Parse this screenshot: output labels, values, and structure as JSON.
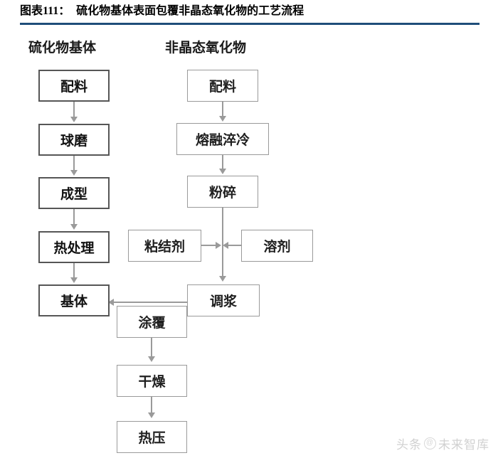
{
  "title": {
    "prefix": "图表",
    "number": "111",
    "separator": "：",
    "text": "硫化物基体表面包覆非晶态氧化物的工艺流程",
    "rule_color": "#1F4E79"
  },
  "columns": [
    {
      "caption": "硫化物基体"
    },
    {
      "caption": "非晶态氧化物"
    }
  ],
  "nodes": {
    "left_feed": "配料",
    "left_mill": "球磨",
    "left_form": "成型",
    "left_heat": "热处理",
    "left_matrix": "基体",
    "right_feed": "配料",
    "right_quench": "熔融淬冷",
    "right_crush": "粉碎",
    "binder": "粘结剂",
    "solvent": "溶剂",
    "slurry": "调浆",
    "coating": "涂覆",
    "drying": "干燥",
    "hotpress": "热压"
  },
  "watermark": {
    "left": "头条",
    "mark": "@",
    "right": "未来智库"
  },
  "chart_data": {
    "type": "diagram",
    "title": "硫化物基体表面包覆非晶态氧化物的工艺流程",
    "flow_left": [
      "配料",
      "球磨",
      "成型",
      "热处理",
      "基体"
    ],
    "flow_right": [
      "配料",
      "熔融淬冷",
      "粉碎",
      "调浆"
    ],
    "additives": [
      "粘结剂",
      "溶剂"
    ],
    "flow_bottom": [
      "涂覆",
      "干燥",
      "热压"
    ],
    "edges": [
      [
        "配料(左)",
        "球磨"
      ],
      [
        "球磨",
        "成型"
      ],
      [
        "成型",
        "热处理"
      ],
      [
        "热处理",
        "基体"
      ],
      [
        "配料(右)",
        "熔融淬冷"
      ],
      [
        "熔融淬冷",
        "粉碎"
      ],
      [
        "粉碎",
        "调浆"
      ],
      [
        "粘结剂",
        "调浆"
      ],
      [
        "溶剂",
        "调浆"
      ],
      [
        "调浆",
        "基体"
      ],
      [
        "涂覆",
        "干燥"
      ],
      [
        "干燥",
        "热压"
      ]
    ]
  }
}
